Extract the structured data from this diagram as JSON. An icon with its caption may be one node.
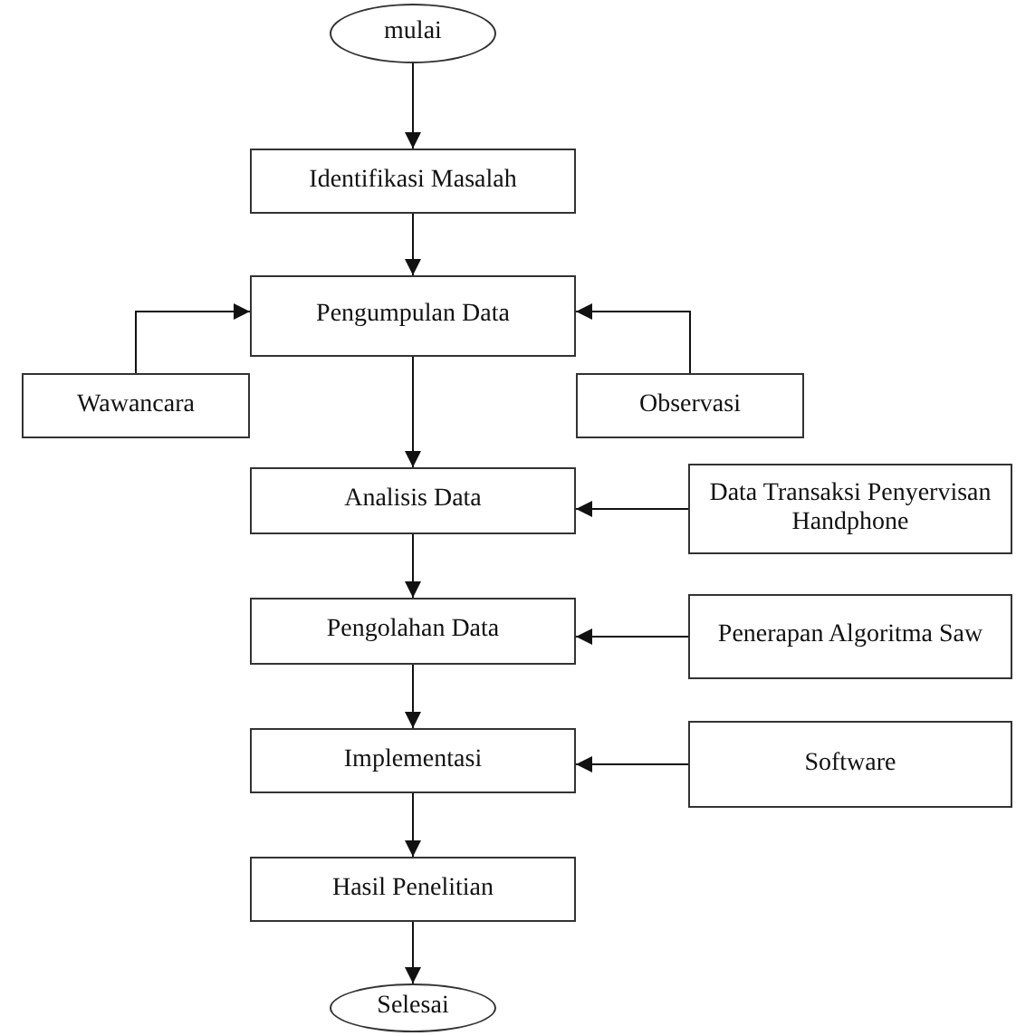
{
  "diagram": {
    "nodes": [
      {
        "text": [
          "mulai"
        ]
      },
      {
        "text": [
          "Identifikasi Masalah"
        ]
      },
      {
        "text": [
          "Pengumpulan Data"
        ]
      },
      {
        "text": [
          "Wawancara"
        ]
      },
      {
        "text": [
          "Observasi"
        ]
      },
      {
        "text": [
          "Analisis Data"
        ]
      },
      {
        "text": [
          "Data Transaksi Penyervisan Handphone"
        ]
      },
      {
        "text": [
          "Pengolahan Data"
        ]
      },
      {
        "text": [
          "Penerapan Algoritma Saw"
        ]
      },
      {
        "text": [
          "Implementasi"
        ]
      },
      {
        "text": [
          "Software"
        ]
      },
      {
        "text": [
          "Hasil Penelitian"
        ]
      },
      {
        "text": [
          "Selesai"
        ]
      }
    ],
    "edges": [
      {
        "from": 0,
        "to": 1,
        "arrow": "to"
      },
      {
        "from": 1,
        "to": 2,
        "arrow": "to"
      },
      {
        "from": 3,
        "to": 2,
        "arrow": "to"
      },
      {
        "from": 4,
        "to": 2,
        "arrow": "to"
      },
      {
        "from": 2,
        "to": 5,
        "arrow": "to"
      },
      {
        "from": 6,
        "to": 5,
        "arrow": "to"
      },
      {
        "from": 5,
        "to": 7,
        "arrow": "to"
      },
      {
        "from": 8,
        "to": 7,
        "arrow": "to"
      },
      {
        "from": 7,
        "to": 9,
        "arrow": "to"
      },
      {
        "from": 10,
        "to": 9,
        "arrow": "to"
      },
      {
        "from": 9,
        "to": 11,
        "arrow": "to"
      },
      {
        "from": 11,
        "to": 12,
        "arrow": "to"
      }
    ]
  }
}
